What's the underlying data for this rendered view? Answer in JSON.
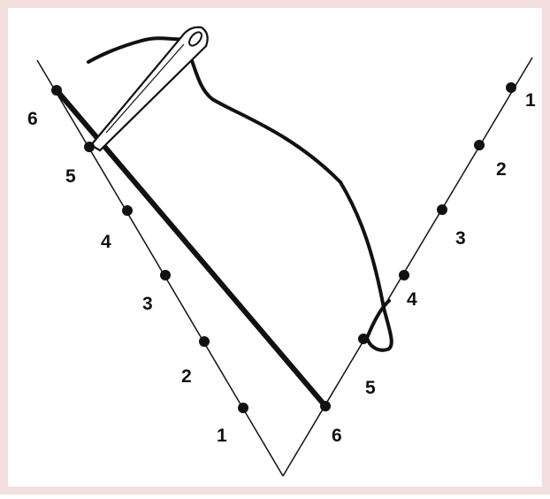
{
  "colors": {
    "frame": "#f3dede",
    "background": "#ffffff",
    "ink": "#111111",
    "needle_fill": "#ffffff"
  },
  "left_arm": {
    "labels": [
      "1",
      "2",
      "3",
      "4",
      "5",
      "6"
    ]
  },
  "right_arm": {
    "labels": [
      "1",
      "2",
      "3",
      "4",
      "5",
      "6"
    ]
  },
  "icons": [
    "needle-icon",
    "thread-icon"
  ]
}
